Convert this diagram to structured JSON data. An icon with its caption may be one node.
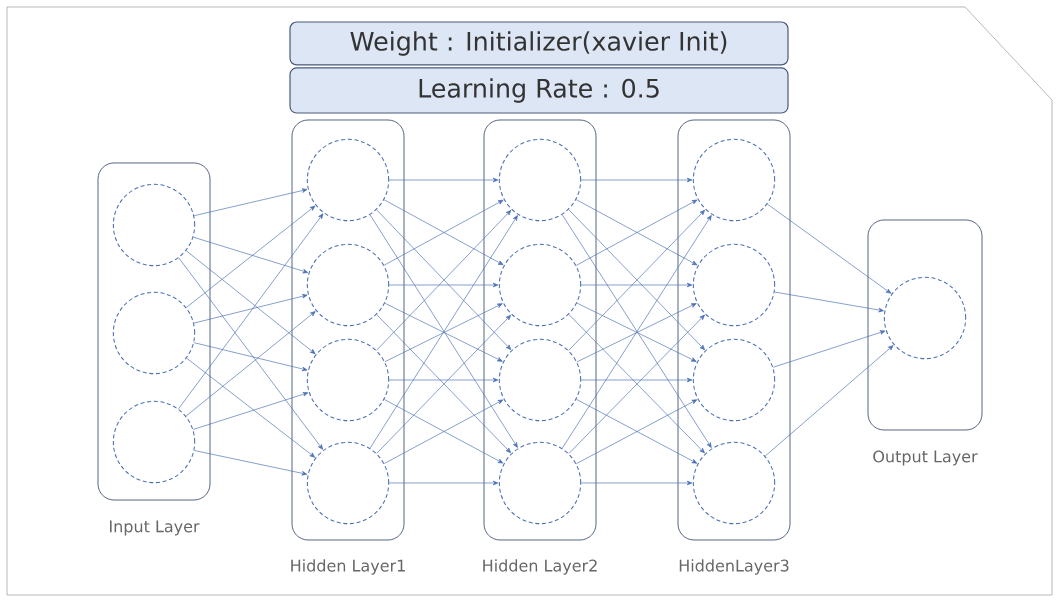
{
  "diagram": {
    "nodes": [
      {
        "text": [
          "Weight : Initializer(xavier  Init)"
        ]
      },
      {
        "text": [
          "Learning Rate : 0.5"
        ]
      },
      {
        "text": [
          "Input Layer"
        ]
      },
      {
        "text": [],
        "shape": "circle",
        "in": 2
      },
      {
        "text": [],
        "shape": "circle",
        "in": 2
      },
      {
        "text": [],
        "shape": "circle",
        "in": 2
      },
      {
        "text": [
          "Hidden  Layer1"
        ]
      },
      {
        "text": [],
        "shape": "circle",
        "in": 6
      },
      {
        "text": [],
        "shape": "circle",
        "in": 6
      },
      {
        "text": [],
        "shape": "circle",
        "in": 6
      },
      {
        "text": [],
        "shape": "circle",
        "in": 6
      },
      {
        "text": [
          "Hidden  Layer2"
        ]
      },
      {
        "text": [],
        "shape": "circle",
        "in": 11
      },
      {
        "text": [],
        "shape": "circle",
        "in": 11
      },
      {
        "text": [],
        "shape": "circle",
        "in": 11
      },
      {
        "text": [],
        "shape": "circle",
        "in": 11
      },
      {
        "text": [
          "HiddenLayer3"
        ]
      },
      {
        "text": [],
        "shape": "circle",
        "in": 16
      },
      {
        "text": [],
        "shape": "circle",
        "in": 16
      },
      {
        "text": [],
        "shape": "circle",
        "in": 16
      },
      {
        "text": [],
        "shape": "circle",
        "in": 16
      },
      {
        "text": [
          "Output Layer"
        ]
      },
      {
        "text": [],
        "shape": "circle",
        "in": 21
      }
    ],
    "edges": [
      {
        "from": 3,
        "to": 7,
        "arrow": "to"
      },
      {
        "from": 3,
        "to": 8,
        "arrow": "to"
      },
      {
        "from": 3,
        "to": 9,
        "arrow": "to"
      },
      {
        "from": 3,
        "to": 10,
        "arrow": "to"
      },
      {
        "from": 4,
        "to": 7,
        "arrow": "to"
      },
      {
        "from": 4,
        "to": 8,
        "arrow": "to"
      },
      {
        "from": 4,
        "to": 9,
        "arrow": "to"
      },
      {
        "from": 4,
        "to": 10,
        "arrow": "to"
      },
      {
        "from": 5,
        "to": 7,
        "arrow": "to"
      },
      {
        "from": 5,
        "to": 8,
        "arrow": "to"
      },
      {
        "from": 5,
        "to": 9,
        "arrow": "to"
      },
      {
        "from": 5,
        "to": 10,
        "arrow": "to"
      },
      {
        "from": 7,
        "to": 12,
        "arrow": "to"
      },
      {
        "from": 7,
        "to": 13,
        "arrow": "to"
      },
      {
        "from": 7,
        "to": 14,
        "arrow": "to"
      },
      {
        "from": 7,
        "to": 15,
        "arrow": "to"
      },
      {
        "from": 8,
        "to": 12,
        "arrow": "to"
      },
      {
        "from": 8,
        "to": 13,
        "arrow": "to"
      },
      {
        "from": 8,
        "to": 14,
        "arrow": "to"
      },
      {
        "from": 8,
        "to": 15,
        "arrow": "to"
      },
      {
        "from": 9,
        "to": 12,
        "arrow": "to"
      },
      {
        "from": 9,
        "to": 13,
        "arrow": "to"
      },
      {
        "from": 9,
        "to": 14,
        "arrow": "to"
      },
      {
        "from": 9,
        "to": 15,
        "arrow": "to"
      },
      {
        "from": 10,
        "to": 12,
        "arrow": "to"
      },
      {
        "from": 10,
        "to": 13,
        "arrow": "to"
      },
      {
        "from": 10,
        "to": 14,
        "arrow": "to"
      },
      {
        "from": 10,
        "to": 15,
        "arrow": "to"
      },
      {
        "from": 12,
        "to": 17,
        "arrow": "to"
      },
      {
        "from": 12,
        "to": 18,
        "arrow": "to"
      },
      {
        "from": 12,
        "to": 19,
        "arrow": "to"
      },
      {
        "from": 12,
        "to": 20,
        "arrow": "to"
      },
      {
        "from": 13,
        "to": 17,
        "arrow": "to"
      },
      {
        "from": 13,
        "to": 18,
        "arrow": "to"
      },
      {
        "from": 13,
        "to": 19,
        "arrow": "to"
      },
      {
        "from": 13,
        "to": 20,
        "arrow": "to"
      },
      {
        "from": 14,
        "to": 17,
        "arrow": "to"
      },
      {
        "from": 14,
        "to": 18,
        "arrow": "to"
      },
      {
        "from": 14,
        "to": 19,
        "arrow": "to"
      },
      {
        "from": 14,
        "to": 20,
        "arrow": "to"
      },
      {
        "from": 15,
        "to": 17,
        "arrow": "to"
      },
      {
        "from": 15,
        "to": 18,
        "arrow": "to"
      },
      {
        "from": 15,
        "to": 19,
        "arrow": "to"
      },
      {
        "from": 15,
        "to": 20,
        "arrow": "to"
      },
      {
        "from": 17,
        "to": 22,
        "arrow": "to"
      },
      {
        "from": 18,
        "to": 22,
        "arrow": "to"
      },
      {
        "from": 19,
        "to": 22,
        "arrow": "to"
      },
      {
        "from": 20,
        "to": 22,
        "arrow": "to"
      }
    ]
  }
}
